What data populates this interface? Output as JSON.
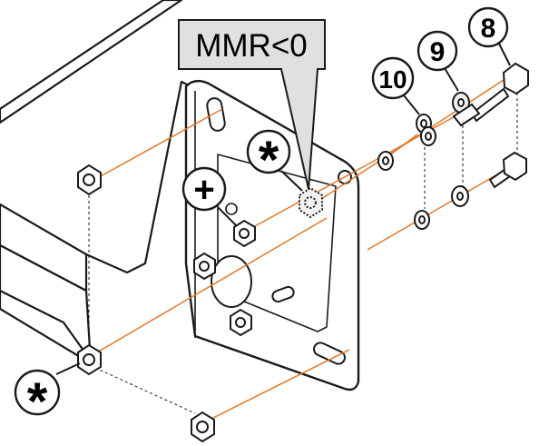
{
  "annotation": {
    "mmr_label": "MMR<0"
  },
  "callouts": {
    "part_8": "8",
    "part_9": "9",
    "part_10": "10",
    "plus_symbol": "+",
    "asterisk_symbol": "*"
  },
  "colors": {
    "assembly_line": "#e07a2a",
    "outline": "#1a1a1a",
    "label_box_fill": "#e0e0e0",
    "highlight_part": "#f2f2f2"
  }
}
